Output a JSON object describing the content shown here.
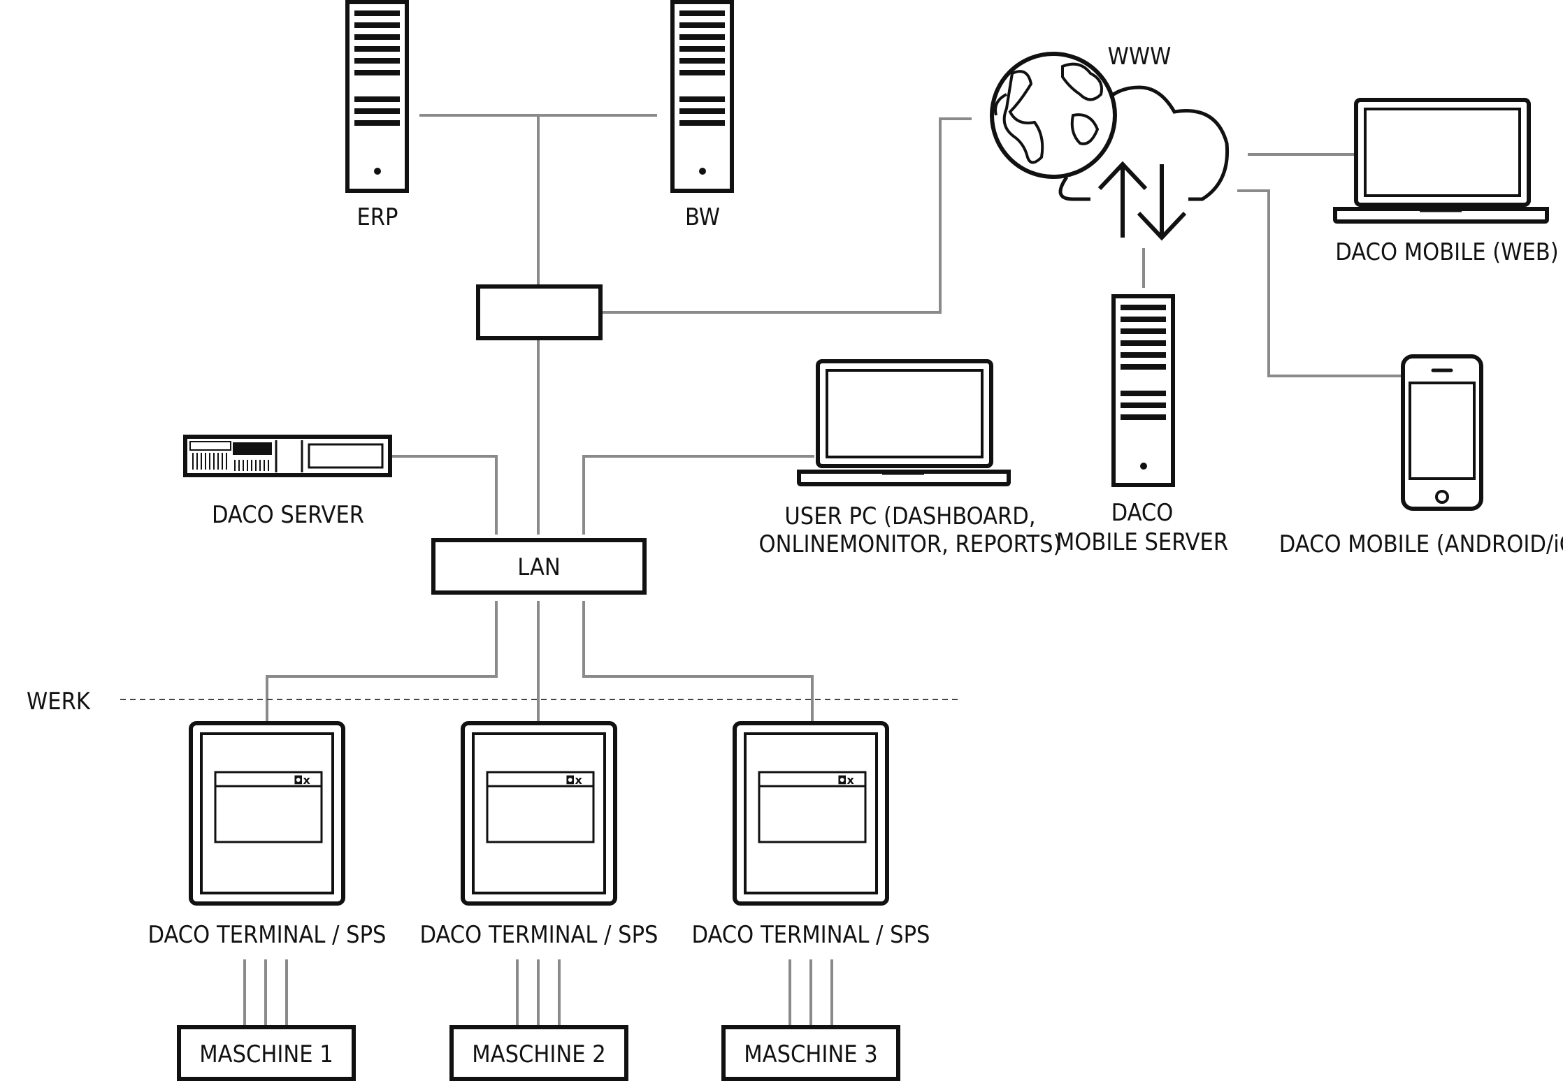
{
  "nodes": {
    "erp": "ERP",
    "bw": "BW",
    "www": "WWW",
    "daco_mobile_web": "DACO MOBILE (WEB)",
    "daco_server": "DACO SERVER",
    "lan": "LAN",
    "user_pc_line1": "USER PC (DASHBOARD,",
    "user_pc_line2": "ONLINEMONITOR, REPORTS)",
    "mobile_server_line1": "DACO",
    "mobile_server_line2": "MOBILE SERVER",
    "daco_mobile_app": "DACO MOBILE (ANDROID/iOS)",
    "werk": "WERK",
    "terminals": [
      {
        "label": "DACO TERMINAL / SPS",
        "machine": "MASCHINE 1"
      },
      {
        "label": "DACO TERMINAL / SPS",
        "machine": "MASCHINE 2"
      },
      {
        "label": "DACO TERMINAL / SPS",
        "machine": "MASCHINE 3"
      }
    ],
    "window_controls": "_◘x"
  },
  "colors": {
    "line": "#111111",
    "connector": "#8a8a8a",
    "background": "#ffffff"
  },
  "icons": [
    "server-tower-icon",
    "rack-server-icon",
    "laptop-icon",
    "globe-icon",
    "cloud-icon",
    "sync-arrows-icon",
    "smartphone-icon",
    "terminal-icon",
    "window-icon"
  ]
}
